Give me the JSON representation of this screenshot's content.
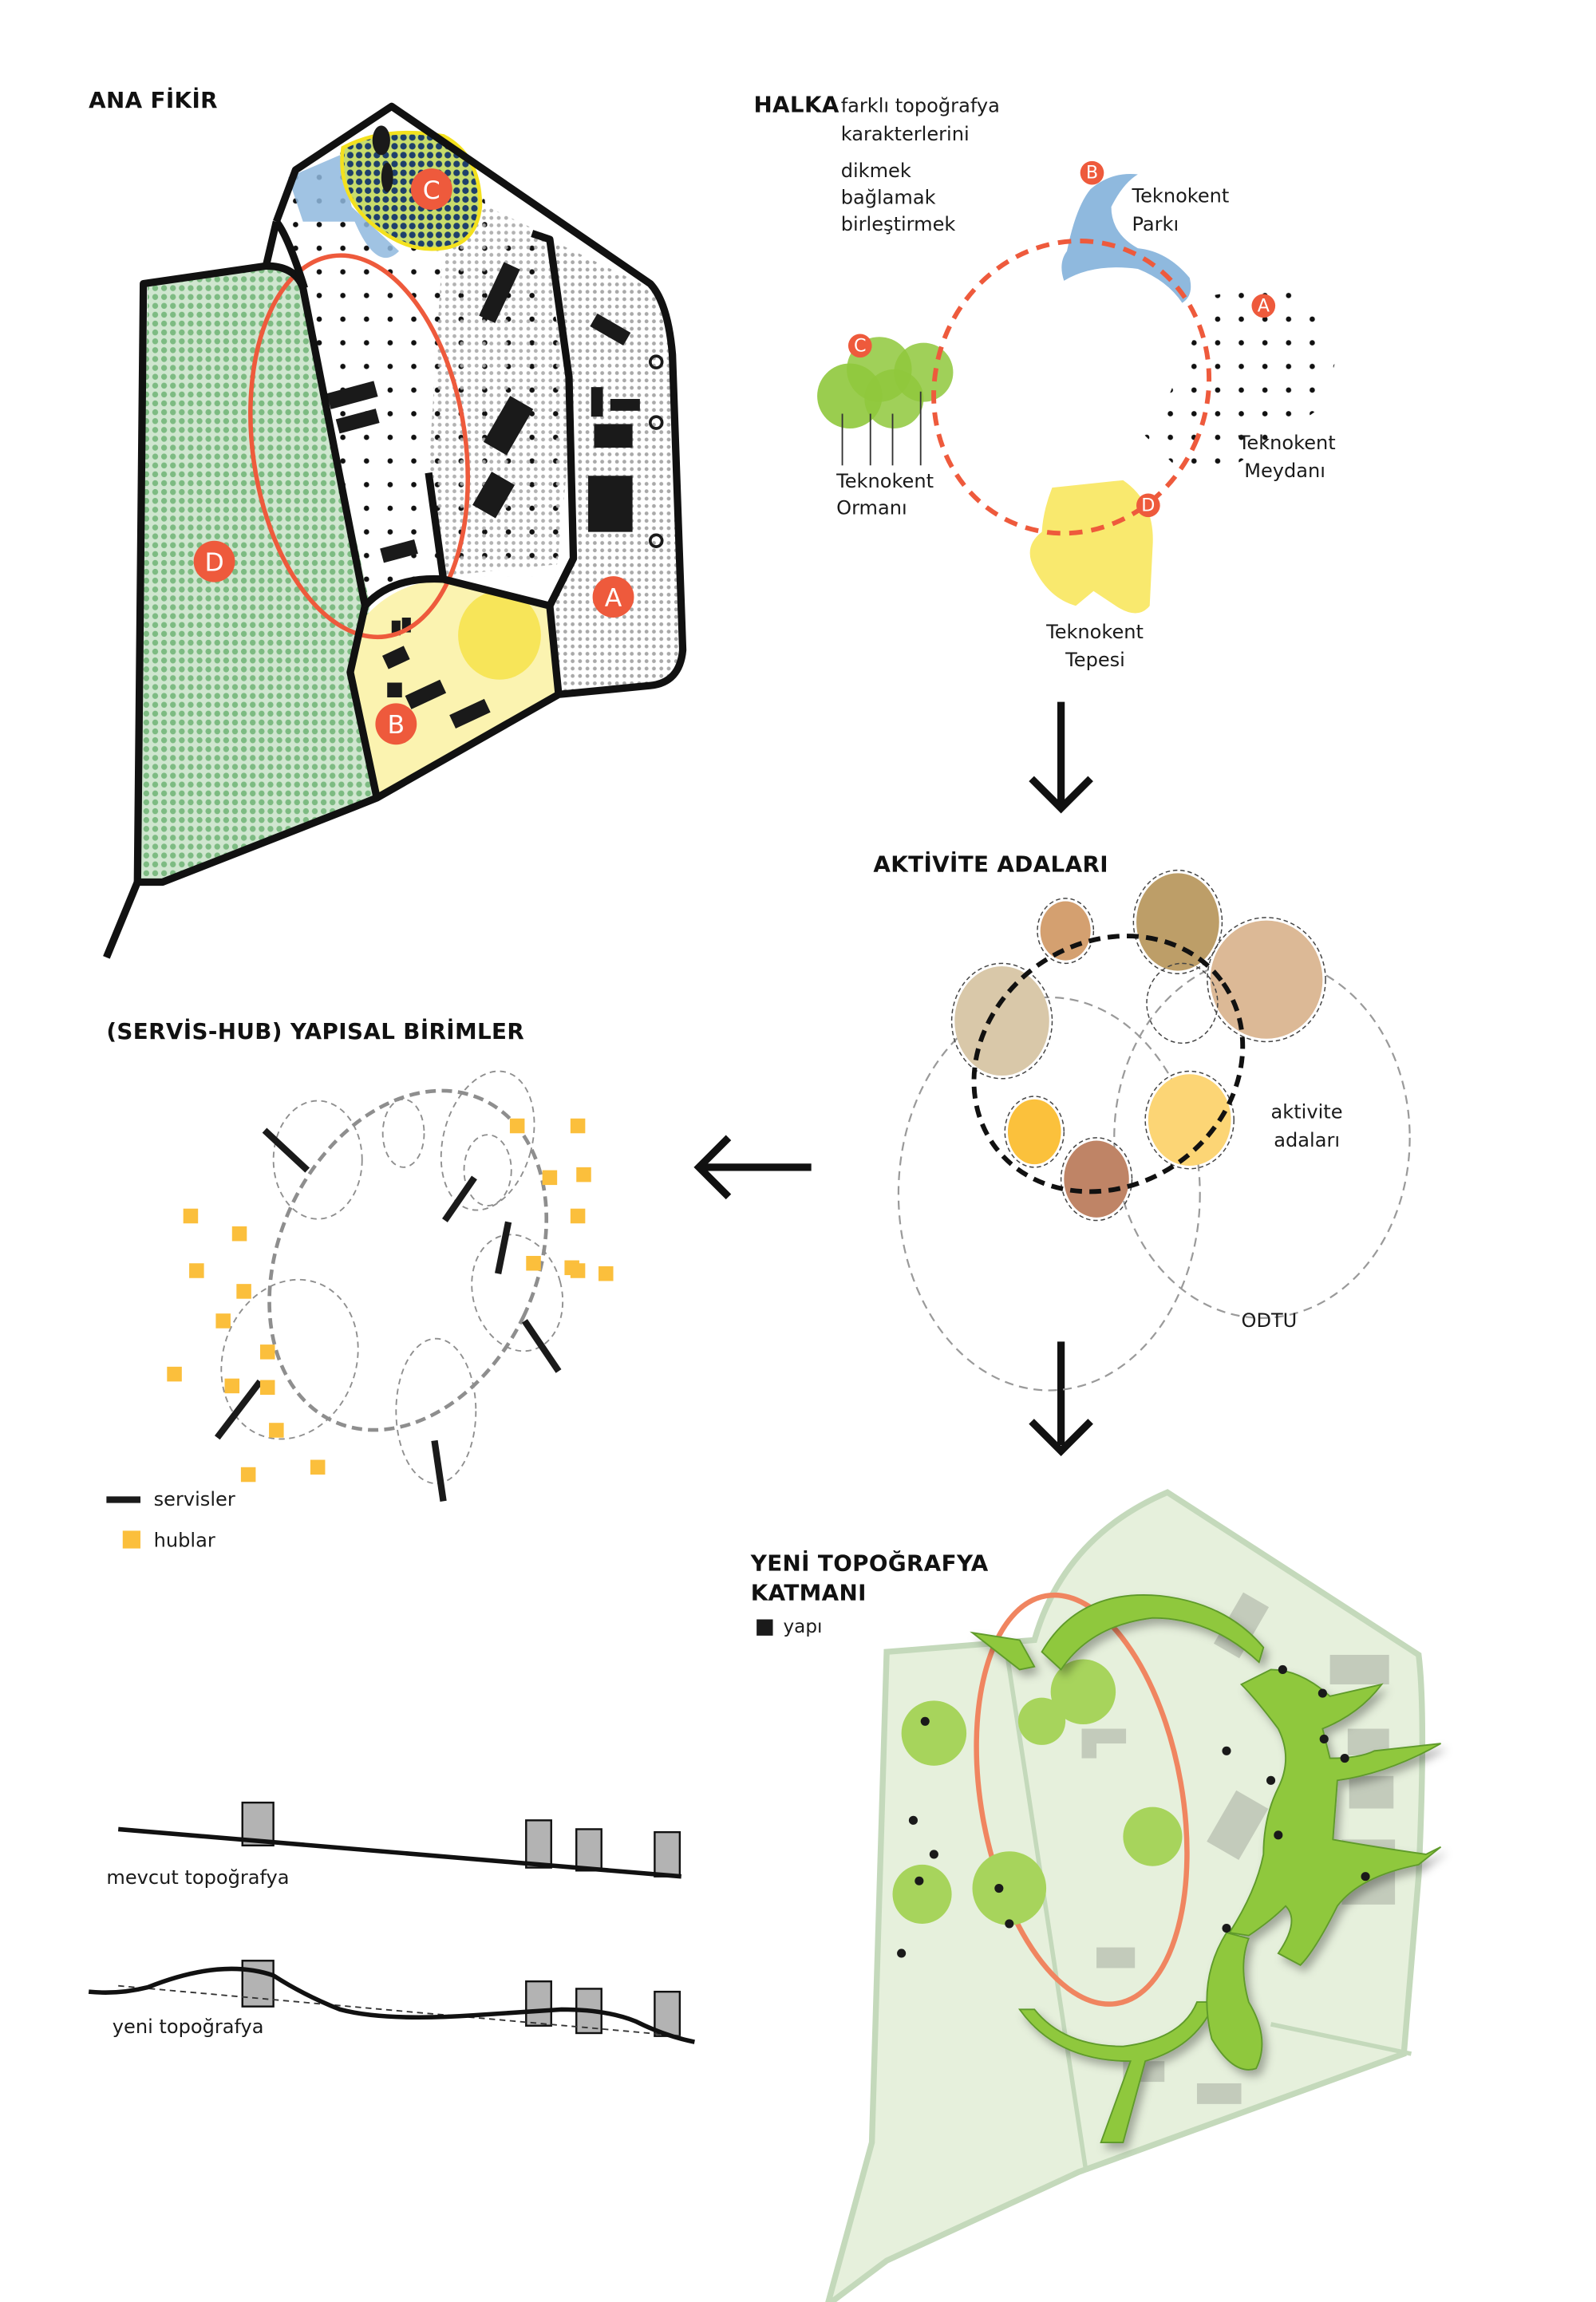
{
  "colors": {
    "accent_red": "#ee5a3c",
    "zone_green": "#8cc48f",
    "zone_yellow": "#fbf3b0",
    "zone_blue": "#8fb9de",
    "hub_yellow": "#fbbf3c",
    "plan_green": "#9ccc3c",
    "plan_bg": "#e6f0dc",
    "building_black": "#1a1a1a",
    "building_grey": "#b3b3b3"
  },
  "ana_fikir": {
    "title": "ANA FİKİR",
    "zones": [
      {
        "id": "A",
        "label": "A"
      },
      {
        "id": "B",
        "label": "B"
      },
      {
        "id": "C",
        "label": "C"
      },
      {
        "id": "D",
        "label": "D"
      }
    ]
  },
  "halka": {
    "title": "HALKA",
    "subtitle_lines": [
      "farklı topoğrafya",
      "karakterlerini"
    ],
    "verbs": [
      "dikmek",
      "bağlamak",
      "birleştirmek"
    ],
    "nodes": [
      {
        "id": "B",
        "marker": "B",
        "name_lines": [
          "Teknokent",
          "Parkı"
        ]
      },
      {
        "id": "A",
        "marker": "A",
        "name_lines": [
          "Teknokent",
          "Meydanı"
        ]
      },
      {
        "id": "C",
        "marker": "C",
        "name_lines": [
          "Teknokent",
          "Ormanı"
        ]
      },
      {
        "id": "D",
        "marker": "D",
        "name_lines": [
          "Teknokent",
          "Tepesi"
        ]
      }
    ]
  },
  "aktivite": {
    "title": "AKTİVİTE ADALARI",
    "label_lines": [
      "aktivite",
      "adaları"
    ],
    "outer_label": "ODTU",
    "islands": [
      {
        "color": "#d4a070"
      },
      {
        "color": "#bd9e68"
      },
      {
        "color": "#dcb996"
      },
      {
        "color": "#d9c8a9"
      },
      {
        "color": "#fbc13c"
      },
      {
        "color": "#fcd575"
      },
      {
        "color": "#bf8466"
      },
      {
        "color": "none"
      }
    ]
  },
  "servis_hub": {
    "title": "(SERVİS-HUB) YAPISAL BİRİMLER",
    "legend": [
      {
        "key": "servisler",
        "label": "servisler"
      },
      {
        "key": "hublar",
        "label": "hublar"
      }
    ]
  },
  "sections": {
    "existing_label": "mevcut topoğrafya",
    "new_label": "yeni topoğrafya",
    "building_count": 4
  },
  "yeni_topografya": {
    "title_lines": [
      "YENİ TOPOĞRAFYA",
      "KATMANI"
    ],
    "legend_label": "yapı"
  },
  "arrows": [
    {
      "id": "halka-to-aktivite",
      "direction": "down"
    },
    {
      "id": "aktivite-to-servis",
      "direction": "left"
    },
    {
      "id": "aktivite-to-yeni",
      "direction": "down"
    }
  ]
}
